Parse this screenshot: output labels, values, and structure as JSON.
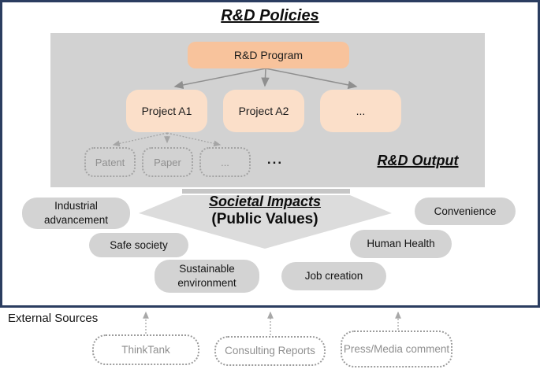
{
  "figure": {
    "title": "R&D Policies",
    "program_label": "R&D Program",
    "projects": [
      "Project A1",
      "Project A2",
      "..."
    ],
    "outputs": [
      "Patent",
      "Paper",
      "..."
    ],
    "ellipsis": "...",
    "output_label": "R&D Output"
  },
  "impacts": {
    "title": "Societal Impacts",
    "subtitle": "(Public Values)",
    "pills": [
      "Industrial advancement",
      "Safe society",
      "Sustainable environment",
      "Job creation",
      "Human Health",
      "Convenience"
    ]
  },
  "external": {
    "label": "External Sources",
    "sources": [
      "ThinkTank",
      "Consulting Reports",
      "Press/Media comment"
    ]
  },
  "colors": {
    "frame_border": "#2b3d60",
    "panel_gray": "#d2d2d2",
    "program_fill": "#f8c39c",
    "project_fill": "#fbdfc9",
    "pill_fill": "#d3d3d3",
    "funnel_fill": "#dcdcdc",
    "funnel_bar_fill": "#c6c6c6",
    "connector_gray": "#909090",
    "muted_text": "#8f8f8f"
  }
}
